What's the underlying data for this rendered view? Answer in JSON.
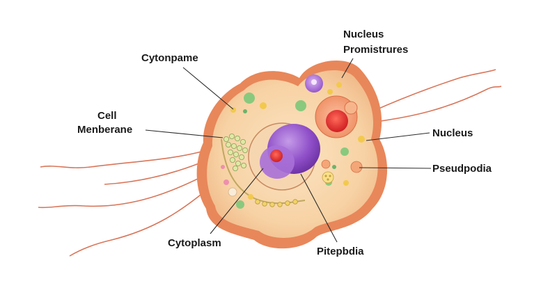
{
  "labels": {
    "cytonpame": "Cytonpame",
    "nucleus_promistrures_line1": "Nucleus",
    "nucleus_promistrures_line2": "Promistrures",
    "cell_membrane_line1": "Cell",
    "cell_membrane_line2": "Menberane",
    "nucleus": "Nucleus",
    "pseudpodia": "Pseudpodia",
    "cytoplasm": "Cytoplasm",
    "pitepbdia": "Pitepbdia"
  },
  "colors": {
    "membrane_outer": "#e8875a",
    "cytoplasm_fill": "#f6d3a6",
    "nucleus_purple": "#8f4fc8",
    "nucleolus_red": "#e0282c",
    "vacuole_orange": "#f0956a",
    "granule_yellow": "#f2c94c",
    "granule_green": "#7cc47a"
  }
}
